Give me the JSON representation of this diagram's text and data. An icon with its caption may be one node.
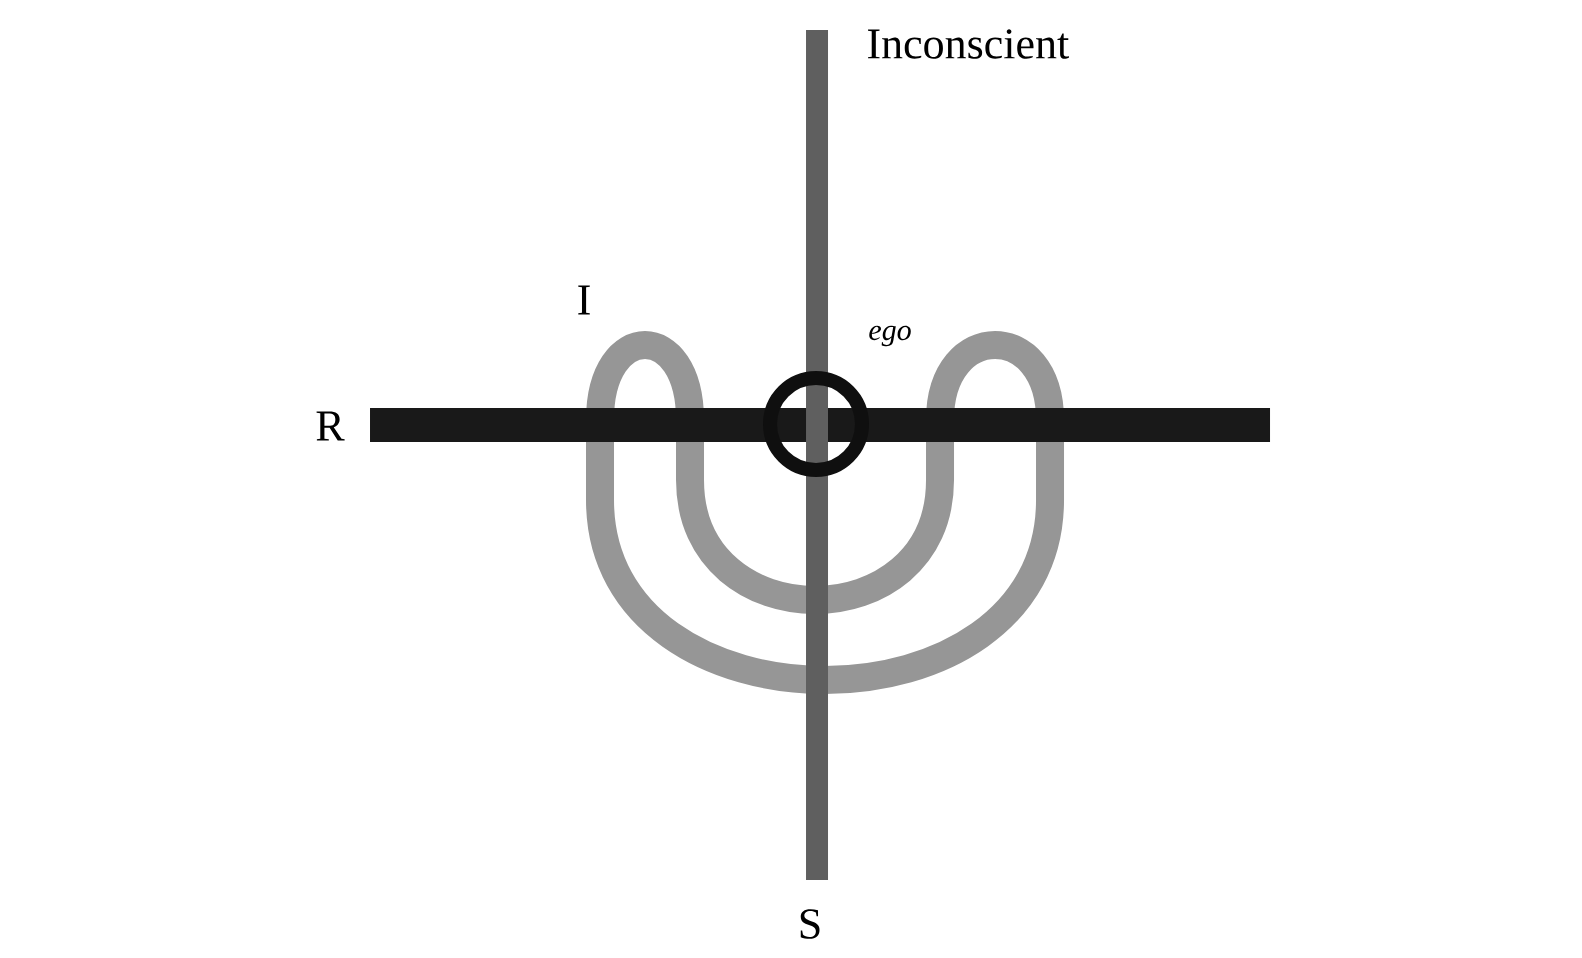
{
  "diagram": {
    "labels": [
      "Inconscient",
      "I",
      "ego",
      "R",
      "S"
    ]
  }
}
